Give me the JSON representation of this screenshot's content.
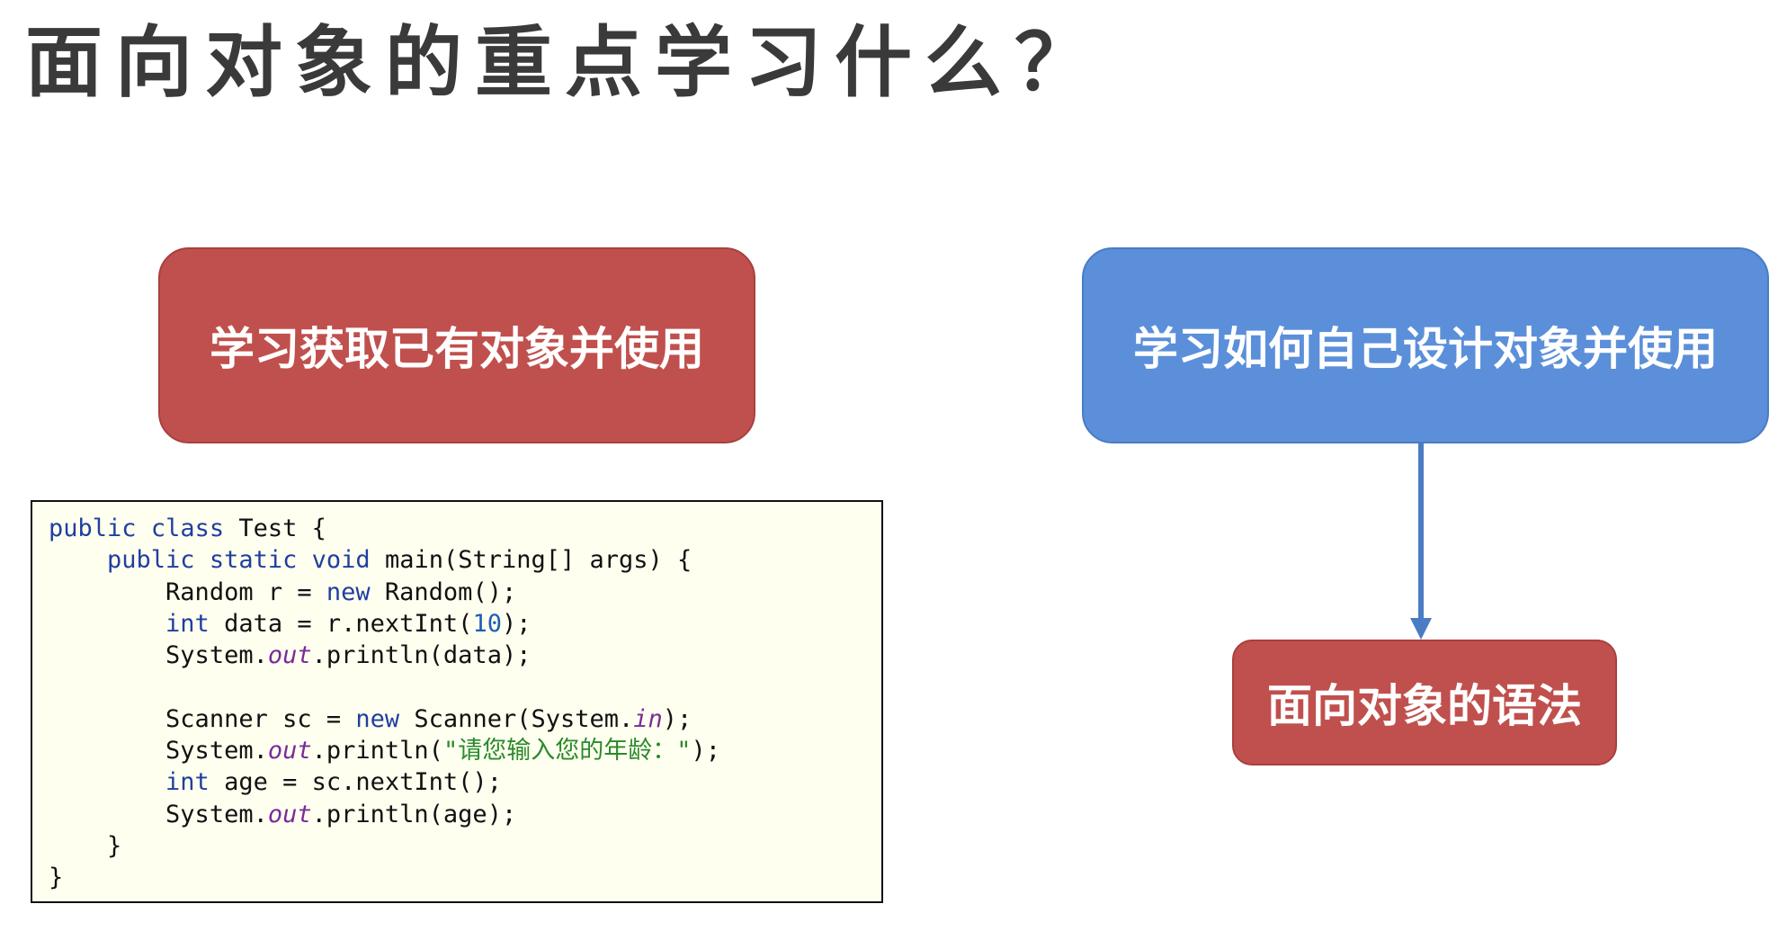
{
  "title": "面向对象的重点学习什么？",
  "boxes": {
    "existing": "学习获取已有对象并使用",
    "design": "学习如何自己设计对象并使用",
    "syntax": "面向对象的语法"
  },
  "code": {
    "kw_public": "public",
    "kw_class": "class",
    "kw_static": "static",
    "kw_void": "void",
    "kw_new": "new",
    "kw_int": "int",
    "class_name": "Test {",
    "main_sig": "main(String[] args) {",
    "random_decl": "Random r = ",
    "random_ctor": "Random();",
    "data_decl": "data = r.nextInt(",
    "num_10": "10",
    "close_paren_semi": ");",
    "system_dot": "System.",
    "field_out": "out",
    "field_in": "in",
    "println_data": ".println(data);",
    "scanner_decl": "Scanner sc = ",
    "scanner_ctor": "Scanner(System.",
    "println_open": ".println(",
    "prompt_string": "\"请您输入您的年龄：\"",
    "age_decl": "age = sc.nextInt();",
    "println_age": ".println(age);",
    "close_brace": "}"
  },
  "colors": {
    "red_box": "#c0504d",
    "blue_box": "#5b8fd9",
    "arrow": "#4a7cc4",
    "code_bg": "#fffff0"
  }
}
